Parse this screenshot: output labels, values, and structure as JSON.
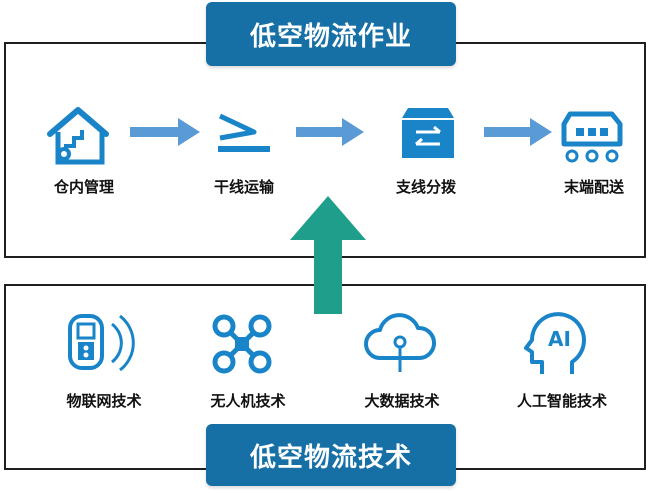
{
  "header": {
    "title": "低空物流作业"
  },
  "footer": {
    "title": "低空物流技术"
  },
  "operations": [
    {
      "label": "仓内管理",
      "icon": "warehouse-gear-icon"
    },
    {
      "label": "干线运输",
      "icon": "takeoff-runway-icon"
    },
    {
      "label": "支线分拨",
      "icon": "box-transfer-icon"
    },
    {
      "label": "末端配送",
      "icon": "delivery-vehicle-icon"
    }
  ],
  "technologies": [
    {
      "label": "物联网技术",
      "icon": "iot-device-icon"
    },
    {
      "label": "无人机技术",
      "icon": "drone-icon"
    },
    {
      "label": "大数据技术",
      "icon": "cloud-data-icon"
    },
    {
      "label": "人工智能技术",
      "icon": "ai-head-icon"
    }
  ],
  "colors": {
    "banner": "#1670a6",
    "icon": "#1a84c9",
    "arrow": "#5b9bd5",
    "up_arrow": "#1f9e8c"
  }
}
